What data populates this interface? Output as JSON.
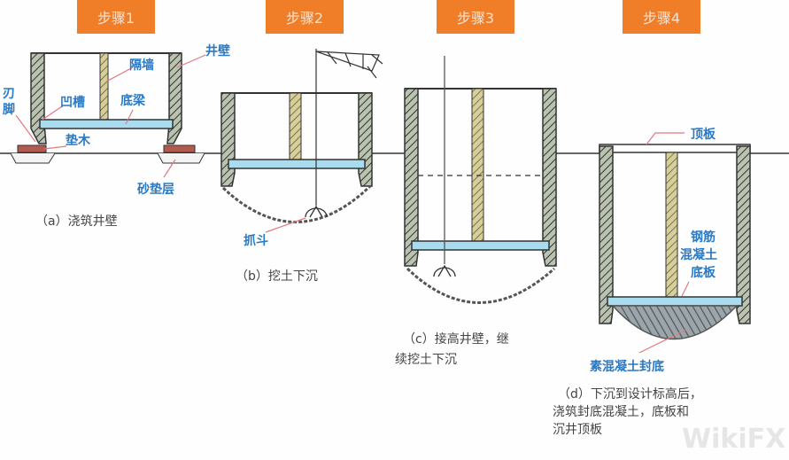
{
  "steps": [
    "步骤1",
    "步骤2",
    "步骤3",
    "步骤4"
  ],
  "panel_a": {
    "labels": {
      "well_wall": "井壁",
      "partition": "隔墙",
      "cutting_edge_1": "刃",
      "cutting_edge_2": "脚",
      "groove": "凹槽",
      "bottom_beam": "底梁",
      "sleeper": "垫木",
      "sand_cushion": "砂垫层"
    },
    "caption": "（a）浇筑井壁"
  },
  "panel_b": {
    "labels": {
      "grab": "抓斗"
    },
    "caption": "（b）挖土下沉"
  },
  "panel_c": {
    "caption_lines": [
      "（c）接高井壁，继",
      "续挖土下沉"
    ]
  },
  "panel_d": {
    "labels": {
      "top_slab": "顶板",
      "rc_line1": "钢筋",
      "rc_line2": "混凝土",
      "rc_line3": "底板",
      "plain_seal": "素混凝土封底"
    },
    "caption_lines": [
      "（d）下沉到设计标高后，",
      "浇筑封底混凝土，底板和",
      "沉井顶板"
    ]
  },
  "watermark": "WikiFX",
  "colors": {
    "step_bg": "#f07d28",
    "label": "#2a79c4",
    "wall": "#b9c3b0",
    "partition": "#d8cf96",
    "beam": "#a9dcef",
    "sleeper": "#b5584e",
    "leader": "#e07a80"
  }
}
